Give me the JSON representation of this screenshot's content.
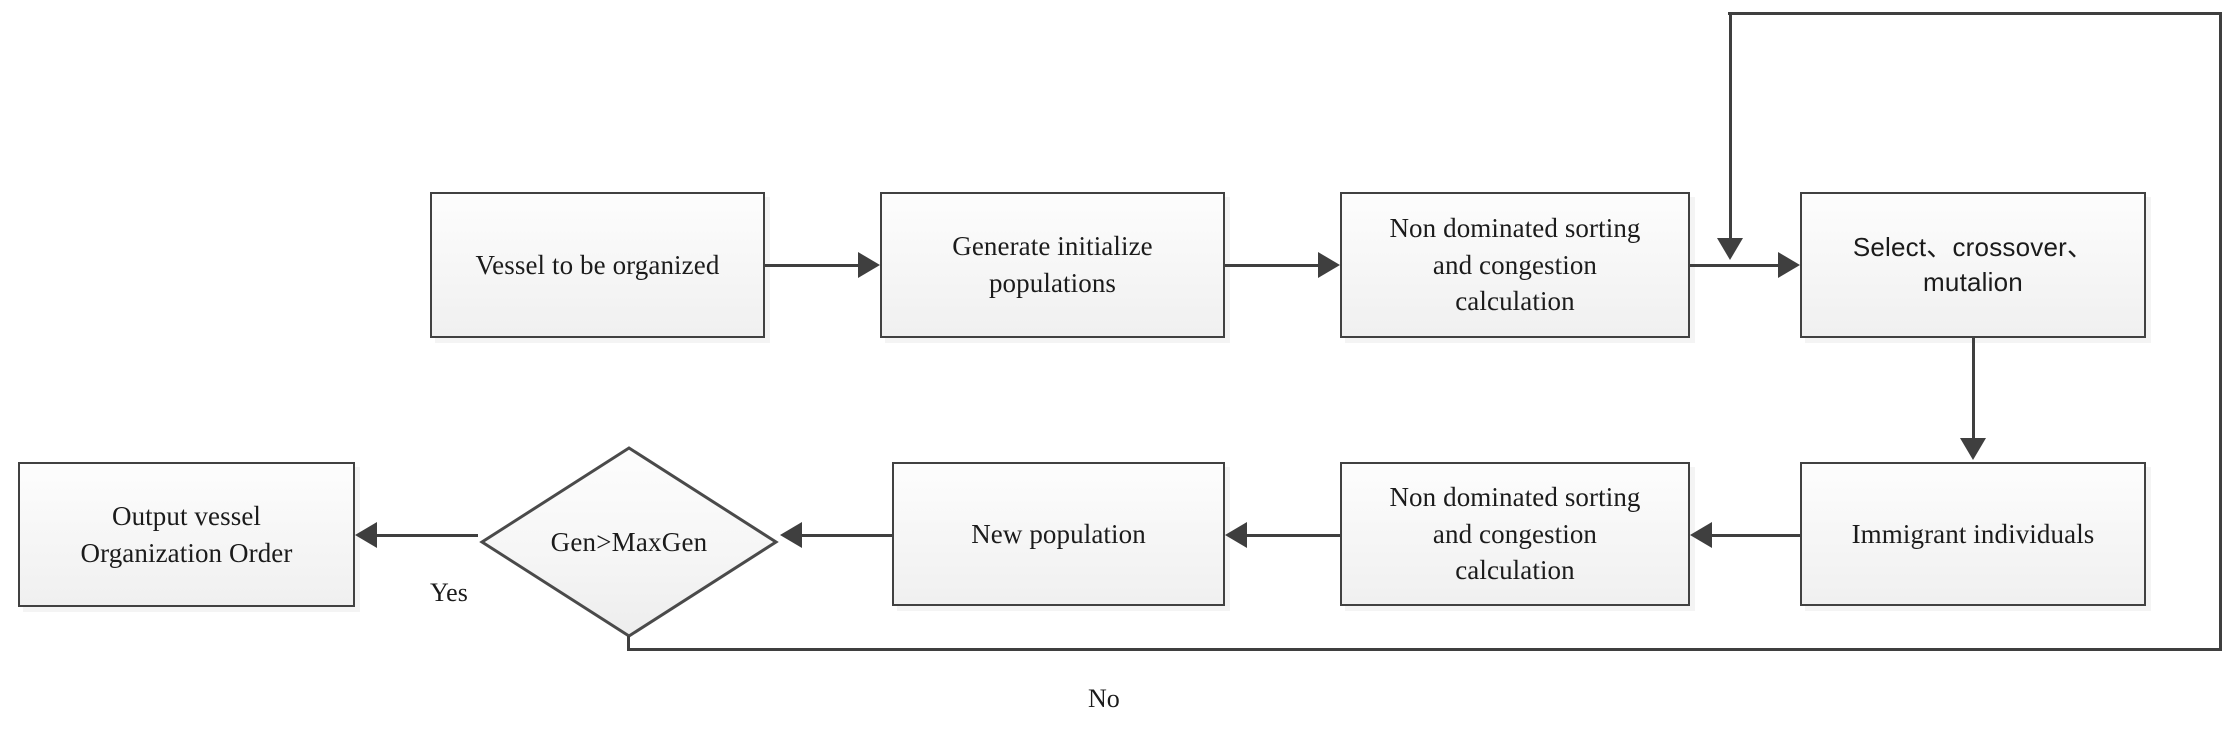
{
  "diagram": {
    "type": "flowchart",
    "title": "NSGA-II vessel organization order flowchart",
    "colors": {
      "node_border": "#414141",
      "node_fill_top": "#fdfdfd",
      "node_fill_bottom": "#f0f0f0",
      "connector": "#3f3f3f",
      "text": "#1b1b1b",
      "background": "#ffffff"
    },
    "nodes": [
      {
        "id": "vessel-to-be-organized",
        "shape": "process",
        "label": "Vessel to be organized"
      },
      {
        "id": "generate-initialize-populations",
        "shape": "process",
        "label": "Generate initialize\npopulations"
      },
      {
        "id": "non-dominated-sorting-top",
        "shape": "process",
        "label": "Non dominated sorting\nand congestion\ncalculation"
      },
      {
        "id": "select-crossover-mutalion",
        "shape": "process",
        "label": "Select、crossover、\nmutalion"
      },
      {
        "id": "immigrant-individuals",
        "shape": "process",
        "label": "Immigrant individuals"
      },
      {
        "id": "non-dominated-sorting-bottom",
        "shape": "process",
        "label": "Non dominated sorting\nand congestion\ncalculation"
      },
      {
        "id": "new-population",
        "shape": "process",
        "label": "New population"
      },
      {
        "id": "gen-gt-maxgen",
        "shape": "decision",
        "label": "Gen>MaxGen"
      },
      {
        "id": "output-vessel-organization-order",
        "shape": "process",
        "label": "Output vessel\nOrganization Order"
      }
    ],
    "edge_labels": {
      "yes": "Yes",
      "no": "No"
    }
  }
}
